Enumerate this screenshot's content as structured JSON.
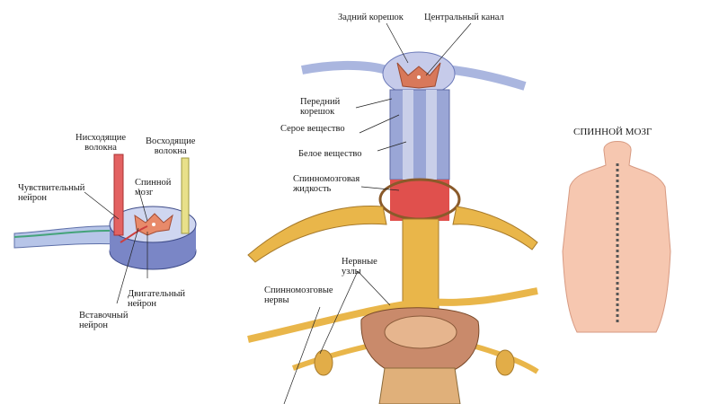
{
  "left_diagram": {
    "labels": {
      "descending_fibers": [
        "Нисходящие",
        "волокна"
      ],
      "ascending_fibers": [
        "Восходящие",
        "волокна"
      ],
      "sensory_neuron": [
        "Чувствительный",
        "нейрон"
      ],
      "spinal_cord": [
        "Спинной",
        "мозг"
      ],
      "motor_neuron": [
        "Двигательный",
        "нейрон"
      ],
      "interneuron": [
        "Вставочный",
        "нейрон"
      ]
    }
  },
  "center_diagram": {
    "labels": {
      "dorsal_root": "Задний корешок",
      "central_canal": "Центральный канал",
      "ventral_root": [
        "Передний",
        "корешок"
      ],
      "gray_matter": "Серое вещество",
      "white_matter": "Белое вещество",
      "csf": [
        "Спинномозговая",
        "жидкость"
      ],
      "ganglia": [
        "Нервные",
        "узлы"
      ],
      "spinal_nerves": [
        "Спинномозговые",
        "нервы"
      ]
    }
  },
  "right_diagram": {
    "title": "СПИННОЙ МОЗГ"
  },
  "colors": {
    "nerve": "#e9b64a",
    "white_matter": "#9aa6d6",
    "gray_matter": "#d8785a",
    "csf": "#e0504d",
    "skin": "#f6c7b0",
    "bone": "#e0b07a"
  }
}
